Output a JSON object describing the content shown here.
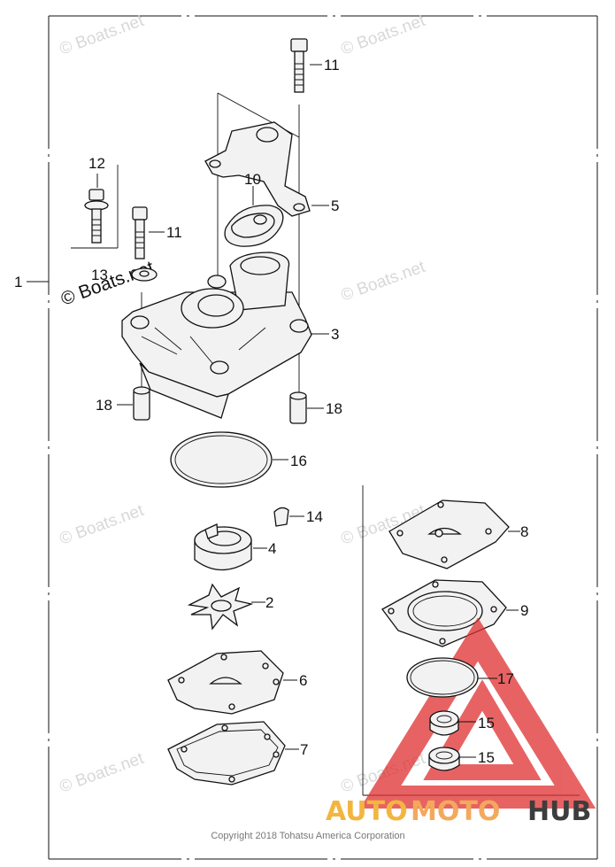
{
  "callouts": {
    "c1": "1",
    "c2": "2",
    "c3": "3",
    "c4": "4",
    "c5": "5",
    "c6": "6",
    "c7": "7",
    "c8": "8",
    "c9": "9",
    "c10": "10",
    "c11a": "11",
    "c11b": "11",
    "c12": "12",
    "c13": "13",
    "c14": "14",
    "c15a": "15",
    "c15b": "15",
    "c16": "16",
    "c17": "17",
    "c18a": "18",
    "c18b": "18"
  },
  "watermark": {
    "faint": "© Boats.net",
    "bold": "© Boats.net"
  },
  "footer": {
    "copyright": "Copyright 2018 Tohatsu America Corporation"
  },
  "brand": {
    "auto": "AUTO",
    "moto": "MOTO",
    "hub": "HUB",
    "colors": {
      "auto": "#f2b640",
      "moto": "#f3a95c",
      "hub": "#3d3d3d",
      "triangle": "#e03030"
    }
  }
}
